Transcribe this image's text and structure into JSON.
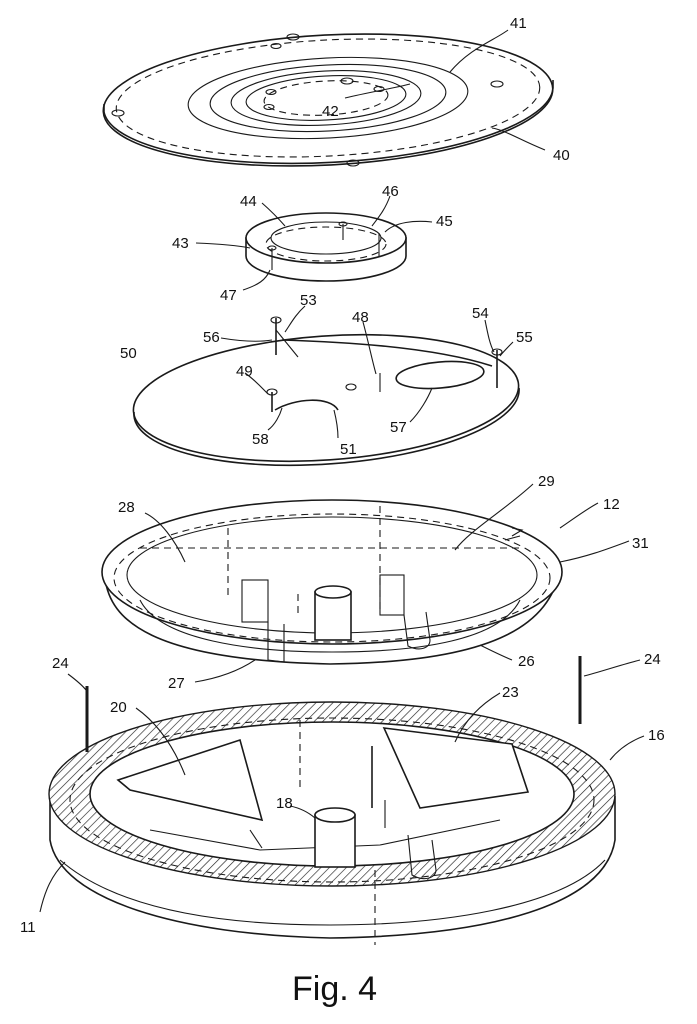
{
  "caption": "Fig. 4",
  "labels": {
    "l41": "41",
    "l42": "42",
    "l40": "40",
    "l44": "44",
    "l46": "46",
    "l45": "45",
    "l43": "43",
    "l47": "47",
    "l53": "53",
    "l48": "48",
    "l54": "54",
    "l55": "55",
    "l56": "56",
    "l50": "50",
    "l49": "49",
    "l57": "57",
    "l58": "58",
    "l51": "51",
    "l29": "29",
    "l28": "28",
    "l12": "12",
    "l31": "31",
    "l26": "26",
    "l27": "27",
    "l24a": "24",
    "l24b": "24",
    "l20": "20",
    "l23": "23",
    "l16": "16",
    "l18": "18",
    "l11": "11"
  }
}
